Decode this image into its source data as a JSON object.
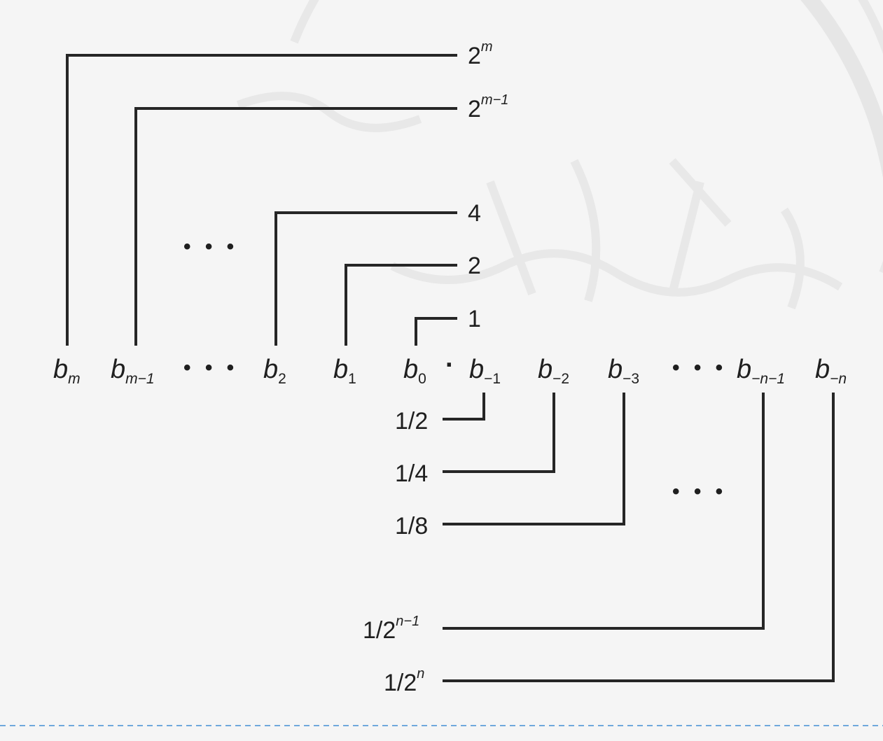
{
  "diagram": {
    "bits": [
      {
        "base": "b",
        "sub": "m"
      },
      {
        "base": "b",
        "sub": "m−1"
      },
      {
        "base": "b",
        "sub": "2"
      },
      {
        "base": "b",
        "sub": "1"
      },
      {
        "base": "b",
        "sub": "0"
      },
      {
        "base": "b",
        "sub": "−1"
      },
      {
        "base": "b",
        "sub": "−2"
      },
      {
        "base": "b",
        "sub": "−3"
      },
      {
        "base": "b",
        "sub": "−n−1"
      },
      {
        "base": "b",
        "sub": "−n"
      }
    ],
    "binary_point": "·",
    "ellipsis": "• • •",
    "weights_upper": [
      {
        "base": "2",
        "sup": "m"
      },
      {
        "base": "2",
        "sup": "m−1"
      },
      {
        "base": "4",
        "sup": ""
      },
      {
        "base": "2",
        "sup": ""
      },
      {
        "base": "1",
        "sup": ""
      }
    ],
    "weights_lower": [
      {
        "base": "1/2",
        "sup": ""
      },
      {
        "base": "1/4",
        "sup": ""
      },
      {
        "base": "1/8",
        "sup": ""
      },
      {
        "base": "1/2",
        "sup": "n−1"
      },
      {
        "base": "1/2",
        "sup": "n"
      }
    ]
  },
  "colors": {
    "background": "#f5f5f5",
    "line": "#262626",
    "separator": "#6fa8dc"
  }
}
